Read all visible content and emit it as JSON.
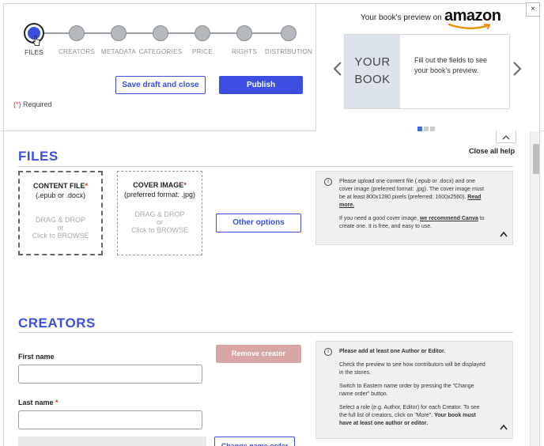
{
  "stepper": {
    "steps": [
      {
        "label": "FILES",
        "active": true
      },
      {
        "label": "CREATORS",
        "active": false
      },
      {
        "label": "METADATA",
        "active": false
      },
      {
        "label": "CATEGORIES",
        "active": false
      },
      {
        "label": "PRICE",
        "active": false
      },
      {
        "label": "RIGHTS",
        "active": false
      },
      {
        "label": "DISTRIBUTION",
        "active": false
      }
    ]
  },
  "actions": {
    "save_draft_label": "Save draft and close",
    "publish_label": "Publish",
    "required_star": "(*)",
    "required_text": " Required"
  },
  "preview": {
    "heading": "Your book's preview on",
    "logo_text": "amazon",
    "cover_line1": "YOUR",
    "cover_line2": "BOOK",
    "message": "Fill out the fields to see your book's preview.",
    "close_label": "×",
    "dots_total": 3,
    "dots_active": 1
  },
  "help": {
    "close_all_label": "Close all help"
  },
  "files": {
    "title": "FILES",
    "content_file": {
      "title": "CONTENT FILE",
      "star": "*",
      "subtitle": "(.epub or .docx)",
      "drag": "DRAG & DROP",
      "or": "or",
      "browse": "Click to BROWSE"
    },
    "cover_image": {
      "title": "COVER IMAGE",
      "star": "*",
      "subtitle": "(preferred format: .jpg)",
      "drag": "DRAG & DROP",
      "or": "or",
      "browse": "Click to BROWSE"
    },
    "other_options_label": "Other options",
    "help_p1": "Please upload one content file (.epub or .docx) and one cover image (preferred format: .jpg). The cover image must be at least 800x1280 pixels (preferred: 1600x2560).",
    "help_read_more": "Read more.",
    "help_p2_pre": "If you need a good cover image, ",
    "help_p2_link": "we recommend Canva",
    "help_p2_post": " to create one. It is free, and easy to use."
  },
  "creators": {
    "title": "CREATORS",
    "first_name_label": "First name",
    "last_name_label": "Last name",
    "last_name_star": "*",
    "first_name_value": "",
    "last_name_value": "",
    "remove_label": "Remove creator",
    "change_order_label": "Change name order",
    "help_p1": "Please add at least one Author or Editor.",
    "help_p2": "Check the preview to see how contributors will be displayed in the stores.",
    "help_p3": "Switch to Eastern name order by pressing the \"Change name order\" button.",
    "help_p4_pre": "Select a role (e.g. Author, Editor) for each Creator. To see the full list of creators, click on \"More\". ",
    "help_p4_bold": "Your book must have at least one author or editor."
  },
  "colors": {
    "accent": "#3c4ee0",
    "remove_button": "#d8a6a3",
    "required_star": "#c0392b"
  }
}
